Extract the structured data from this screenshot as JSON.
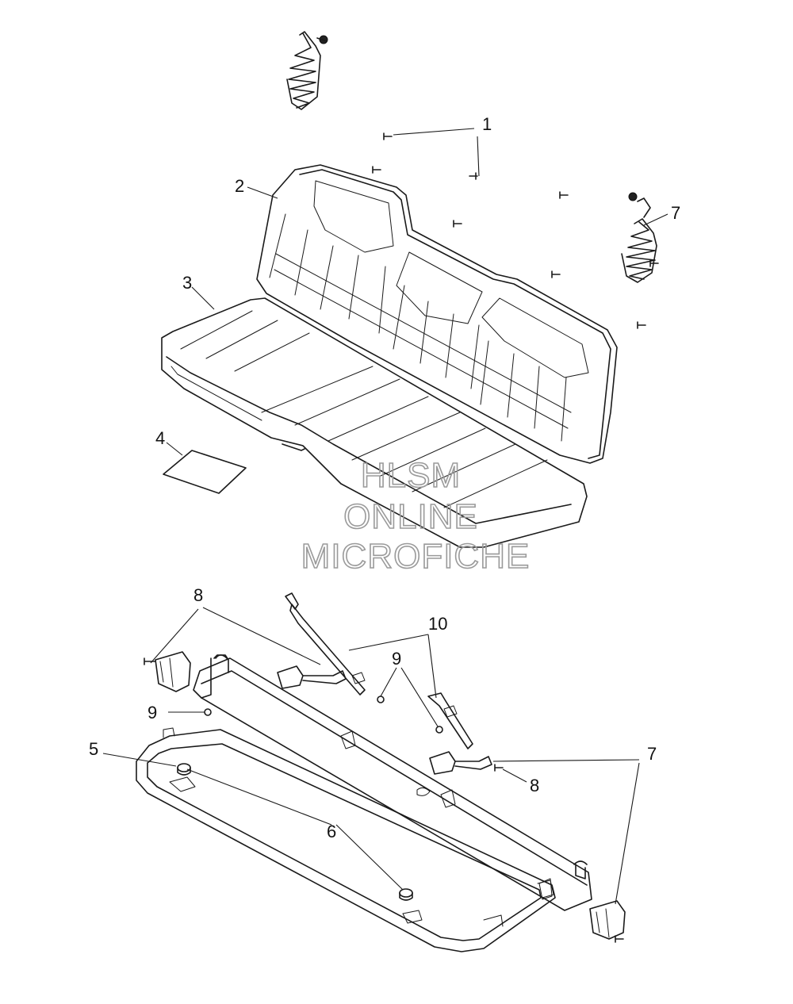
{
  "callouts": {
    "c1": "1",
    "c2": "2",
    "c3": "3",
    "c4": "4",
    "c5": "5",
    "c6": "6",
    "c7_top": "7",
    "c7_bottom": "7",
    "c8_top": "8",
    "c8_right": "8",
    "c9_left": "9",
    "c9_mid": "9",
    "c10": "10"
  },
  "watermark": {
    "line1": "HLSM",
    "line2": "ONLINE",
    "line3": "MICROFICHE"
  },
  "colors": {
    "line": "#1a1a1a",
    "watermark": "#9a9a9a",
    "background": "#ffffff"
  }
}
